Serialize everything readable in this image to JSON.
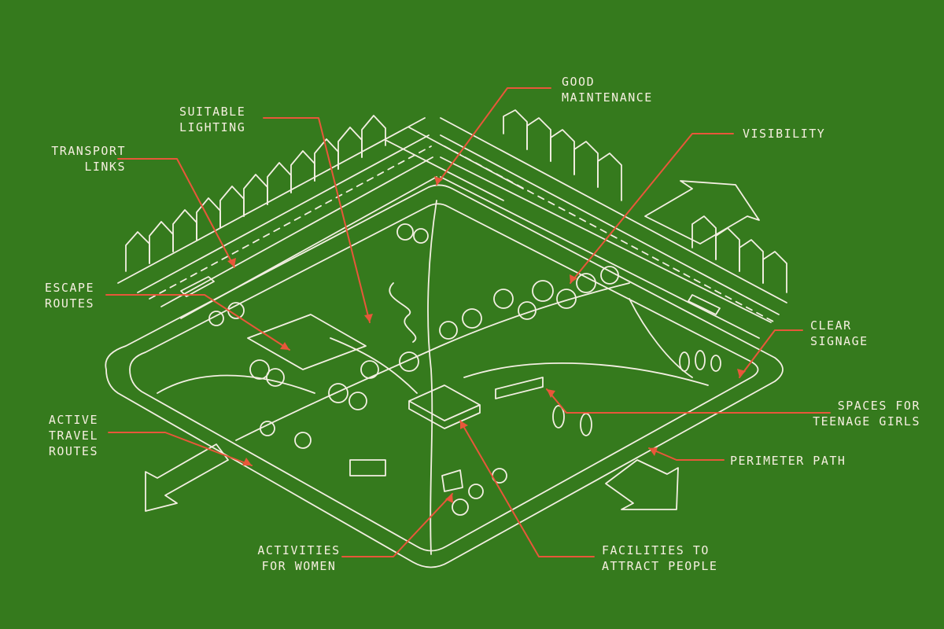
{
  "colors": {
    "background": "#357a1d",
    "line": "#f3efe2",
    "accent": "#e8573a",
    "text": "#f6efe0"
  },
  "labels": {
    "transport_links": "TRANSPORT\nLINKS",
    "suitable_lighting": "SUITABLE\nLIGHTING",
    "good_maintenance": "GOOD\nMAINTENANCE",
    "visibility": "VISIBILITY",
    "escape_routes": "ESCAPE\nROUTES",
    "clear_signage": "CLEAR\nSIGNAGE",
    "spaces_for_teenage_girls": "SPACES FOR\nTEENAGE GIRLS",
    "active_travel_routes": "ACTIVE\nTRAVEL\nROUTES",
    "perimeter_path": "PERIMETER PATH",
    "activities_for_women": "ACTIVITIES\nFOR WOMEN",
    "facilities_to_attract_people": "FACILITIES TO\nATTRACT PEOPLE"
  }
}
